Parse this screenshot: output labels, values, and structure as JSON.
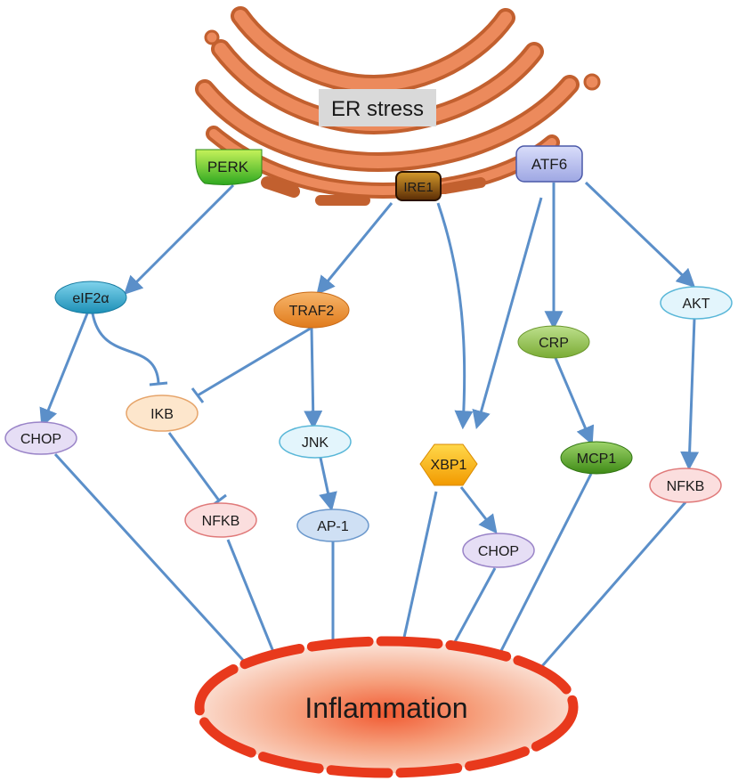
{
  "er": {
    "label": "ER stress"
  },
  "sensors": {
    "perk": "PERK",
    "ire1": "IRE1",
    "atf6": "ATF6"
  },
  "nodes": {
    "eif2a": "eIF2α",
    "traf2": "TRAF2",
    "akt": "AKT",
    "crp": "CRP",
    "chop_left": "CHOP",
    "ikb": "IKB",
    "jnk": "JNK",
    "xbp1": "XBP1",
    "mcp1": "MCP1",
    "nfkb_right": "NFKB",
    "nfkb_left": "NFKB",
    "ap1": "AP-1",
    "chop_mid": "CHOP"
  },
  "outcome": {
    "label": "Inflammation"
  },
  "colors": {
    "arrow": "#5b8fc9",
    "er_fill": "#e27a4a",
    "er_stroke": "#b8552a",
    "perk": "#3fbf2c",
    "ire1": "#6a3a06",
    "atf6": "#aeb6ea",
    "eif2a": "#2aa4c8",
    "traf2": "#ef8a2a",
    "akt": "#dff3fb",
    "crp": "#8fbf4a",
    "chop": "#ded6f0",
    "ikb": "#fde3c6",
    "jnk": "#dff3fb",
    "xbp1": "#f5b400",
    "mcp1": "#4f9a24",
    "nfkb": "#fbdada",
    "ap1": "#c7dcf2",
    "inflammation": "#e8391c"
  }
}
